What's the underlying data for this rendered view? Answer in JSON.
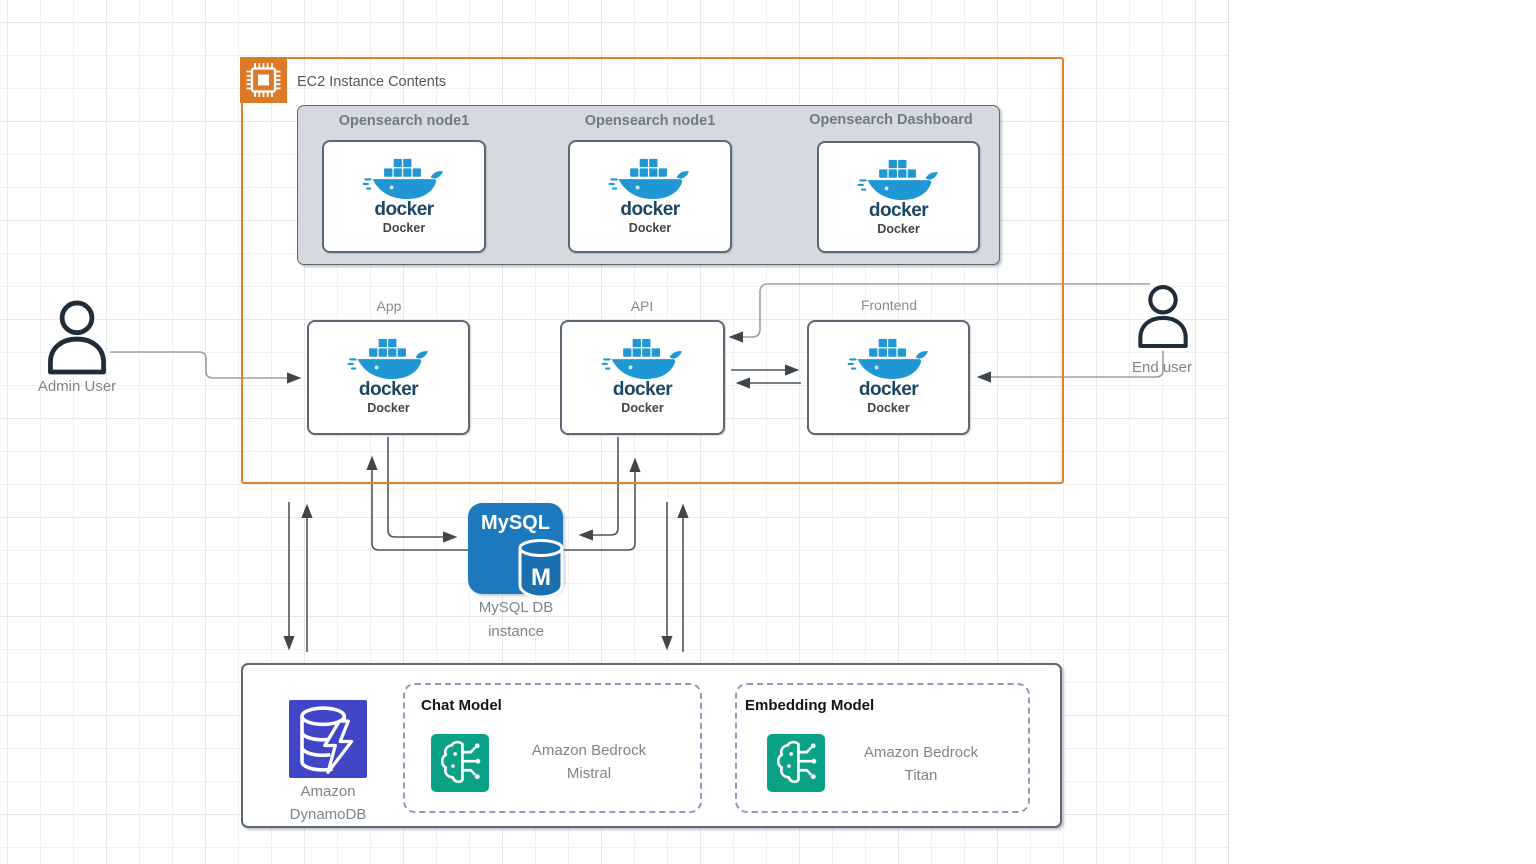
{
  "ec2_group": {
    "label": "EC2 Instance Contents"
  },
  "opensearch": {
    "nodes": [
      {
        "label": "Opensearch node1",
        "wordmark": "docker",
        "caption": "Docker"
      },
      {
        "label": "Opensearch node1",
        "wordmark": "docker",
        "caption": "Docker"
      },
      {
        "label": "Opensearch Dashboard",
        "wordmark": "docker",
        "caption": "Docker"
      }
    ]
  },
  "services": [
    {
      "label": "App",
      "wordmark": "docker",
      "caption": "Docker"
    },
    {
      "label": "API",
      "wordmark": "docker",
      "caption": "Docker"
    },
    {
      "label": "Frontend",
      "wordmark": "docker",
      "caption": "Docker"
    }
  ],
  "actors": {
    "admin": {
      "label": "Admin User"
    },
    "end_user": {
      "label": "End user"
    }
  },
  "mysql": {
    "logo": "MySQL",
    "cylinder_letter": "M",
    "label_line1": "MySQL DB",
    "label_line2": "instance"
  },
  "ai_group": {
    "dynamodb": {
      "label_line1": "Amazon",
      "label_line2": "DynamoDB"
    },
    "chat": {
      "title": "Chat Model",
      "name_line1": "Amazon Bedrock",
      "name_line2": "Mistral"
    },
    "embedding": {
      "title": "Embedding Model",
      "name_line1": "Amazon Bedrock",
      "name_line2": "Titan"
    }
  },
  "colors": {
    "ec2_orange": "#dd7a27",
    "group_border_orange": "#e0812f",
    "opensearch_fill": "#d5dae0",
    "box_border": "#5d6874",
    "docker_blue": "#1e97d4",
    "docker_navy": "#1c4764",
    "mysql_blue": "#1d79bd",
    "dynamodb_indigo": "#4146c7",
    "bedrock_green": "#0aa184",
    "dashed_border": "#8c9cb4",
    "arrow_dark": "#4d565e",
    "connector_light": "#9aa0a4"
  }
}
